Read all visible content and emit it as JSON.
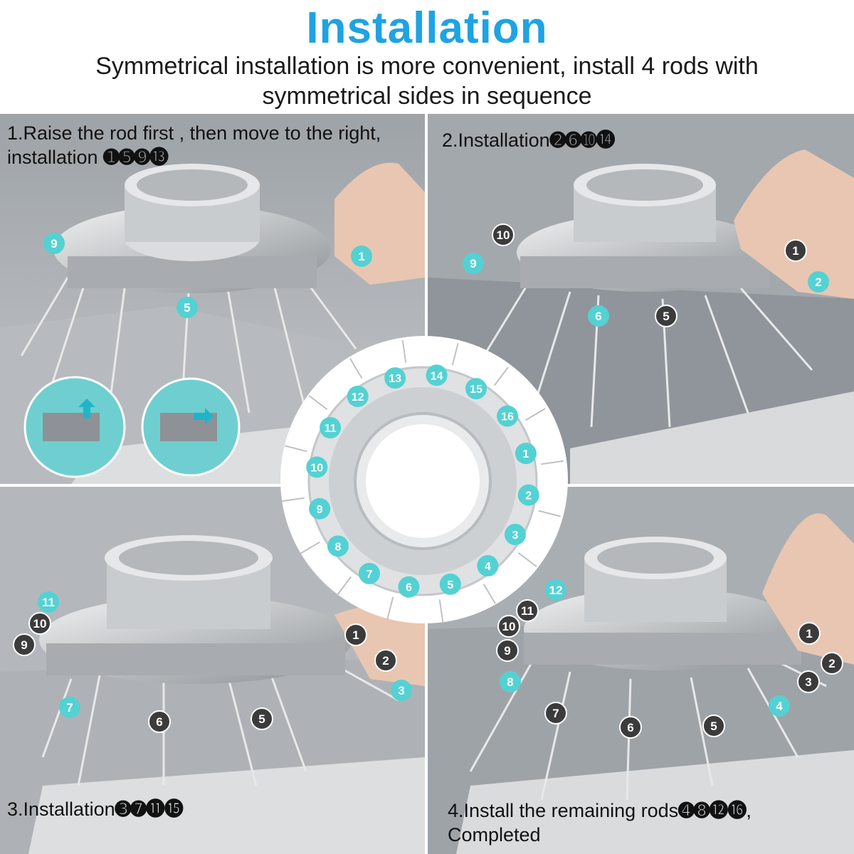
{
  "header": {
    "title": "Installation",
    "subtitle": "Symmetrical installation is more convenient, install 4 rods with symmetrical sides in sequence"
  },
  "steps": [
    {
      "text": "1.Raise the rod first , then move to the right,",
      "text2": " installation ",
      "nums": "➊➎➒⓭"
    },
    {
      "text": "2.Installation",
      "nums": "➋➏➓⓮"
    },
    {
      "text": "3.Installation",
      "nums": "➌➐⓫⓯"
    },
    {
      "text": "4.Install the remaining rods",
      "nums": "➍➑⓬⓰",
      "tail": ",",
      "text2": "Completed"
    }
  ],
  "ring_numbers": [
    "1",
    "2",
    "3",
    "4",
    "5",
    "6",
    "7",
    "8",
    "9",
    "10",
    "11",
    "12",
    "13",
    "14",
    "15",
    "16"
  ],
  "colors": {
    "accent": "#1fa3e3",
    "teal_badge": "#54d1d3",
    "dark_badge": "#3b3b3b"
  }
}
